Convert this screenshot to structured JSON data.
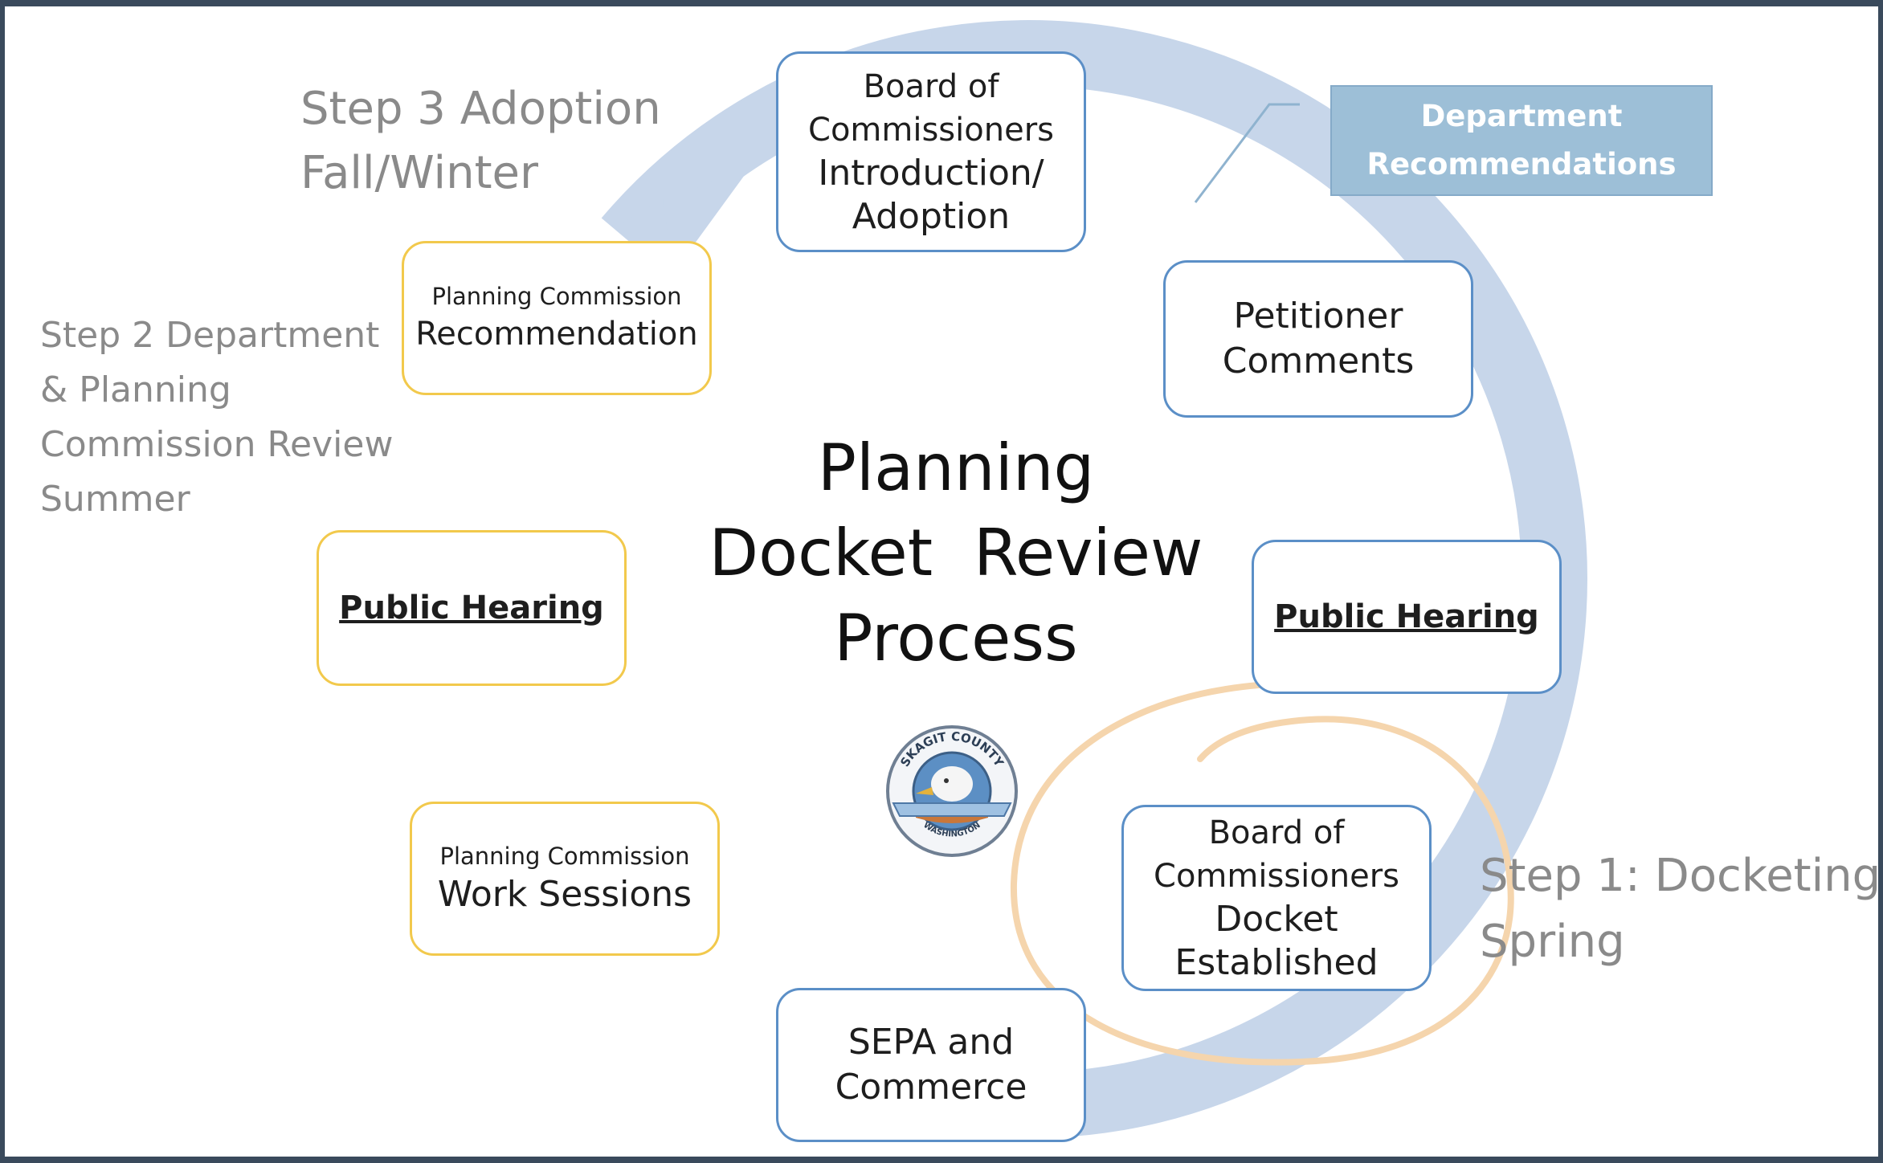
{
  "title": [
    "Planning",
    "Docket  Review",
    "Process"
  ],
  "steps": {
    "step3": [
      "Step 3 Adoption",
      "Fall/Winter"
    ],
    "step2": [
      "Step 2 Department",
      "& Planning",
      "Commission Review",
      "Summer"
    ],
    "step1": [
      "Step 1: Docketing",
      "Spring"
    ]
  },
  "callout": [
    "Department",
    "Recommendations"
  ],
  "boxes": {
    "boc_adoption": [
      "Board of",
      "Commissioners",
      "Introduction/",
      "Adoption"
    ],
    "petitioner": [
      "Petitioner",
      "Comments"
    ],
    "public_hearing_right": "Public Hearing",
    "boc_docket": [
      "Board of",
      "Commissioners",
      "Docket",
      "Established"
    ],
    "sepa": [
      "SEPA and",
      "Commerce"
    ],
    "pc_work_small": "Planning Commission",
    "pc_work": "Work Sessions",
    "public_hearing_left": "Public Hearing",
    "pc_rec_small": "Planning Commission",
    "pc_rec": "Recommendation"
  },
  "seal": {
    "top_text": "SKAGIT COUNTY",
    "bottom_text": "WASHINGTON"
  },
  "colors": {
    "ring": "#c7d6ea",
    "blue_border": "#5b8fc7",
    "yellow_border": "#f2c94c",
    "highlight": "#f5d5ad",
    "callout_fill": "#9dbfd7"
  }
}
